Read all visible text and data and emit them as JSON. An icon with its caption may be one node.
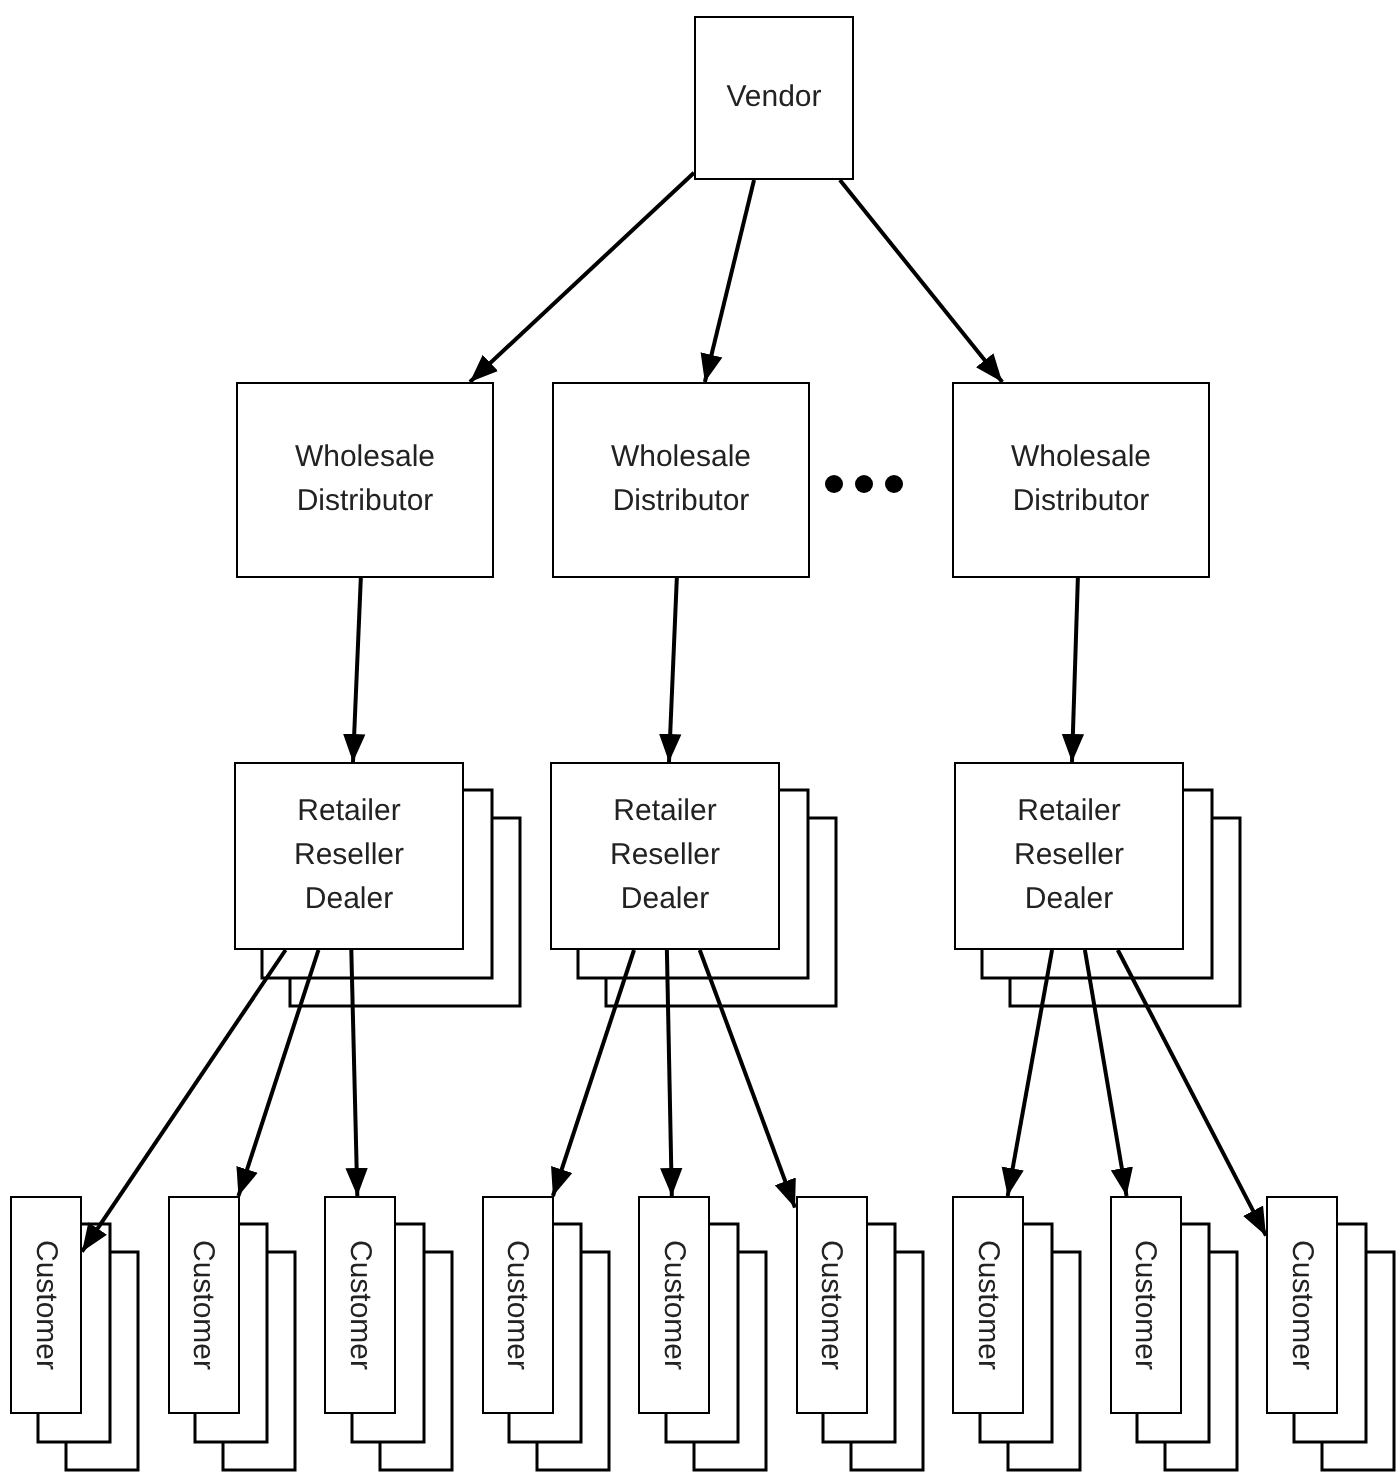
{
  "diagram": {
    "nodes": [
      {
        "text": [
          "Vendor"
        ]
      },
      {
        "text": [
          "Wholesale Distributor"
        ]
      },
      {
        "text": [
          "Wholesale Distributor"
        ]
      },
      {
        "text": [
          "Wholesale Distributor"
        ]
      },
      {
        "text": [
          "Retailer Reseller Dealer"
        ]
      },
      {
        "text": [
          "Retailer Reseller Dealer"
        ]
      },
      {
        "text": [
          "Retailer Reseller Dealer"
        ]
      },
      {
        "text": [
          "Customer"
        ]
      },
      {
        "text": [
          "Customer"
        ]
      },
      {
        "text": [
          "Customer"
        ]
      },
      {
        "text": [
          "Customer"
        ]
      },
      {
        "text": [
          "Customer"
        ]
      },
      {
        "text": [
          "Customer"
        ]
      },
      {
        "text": [
          "Customer"
        ]
      },
      {
        "text": [
          "Customer"
        ]
      },
      {
        "text": [
          "Customer"
        ]
      }
    ],
    "edges": [
      {
        "from": 0,
        "to": 1,
        "arrow": "to"
      },
      {
        "from": 0,
        "to": 2,
        "arrow": "to"
      },
      {
        "from": 0,
        "to": 3,
        "arrow": "to"
      },
      {
        "from": 1,
        "to": 4,
        "arrow": "to"
      },
      {
        "from": 2,
        "to": 5,
        "arrow": "to"
      },
      {
        "from": 3,
        "to": 6,
        "arrow": "to"
      },
      {
        "from": 4,
        "to": 7,
        "arrow": "to"
      },
      {
        "from": 4,
        "to": 8,
        "arrow": "to"
      },
      {
        "from": 4,
        "to": 9,
        "arrow": "to"
      },
      {
        "from": 5,
        "to": 10,
        "arrow": "to"
      },
      {
        "from": 5,
        "to": 11,
        "arrow": "to"
      },
      {
        "from": 5,
        "to": 12,
        "arrow": "to"
      },
      {
        "from": 6,
        "to": 13,
        "arrow": "to"
      },
      {
        "from": 6,
        "to": 14,
        "arrow": "to"
      },
      {
        "from": 6,
        "to": 15,
        "arrow": "to"
      }
    ]
  }
}
